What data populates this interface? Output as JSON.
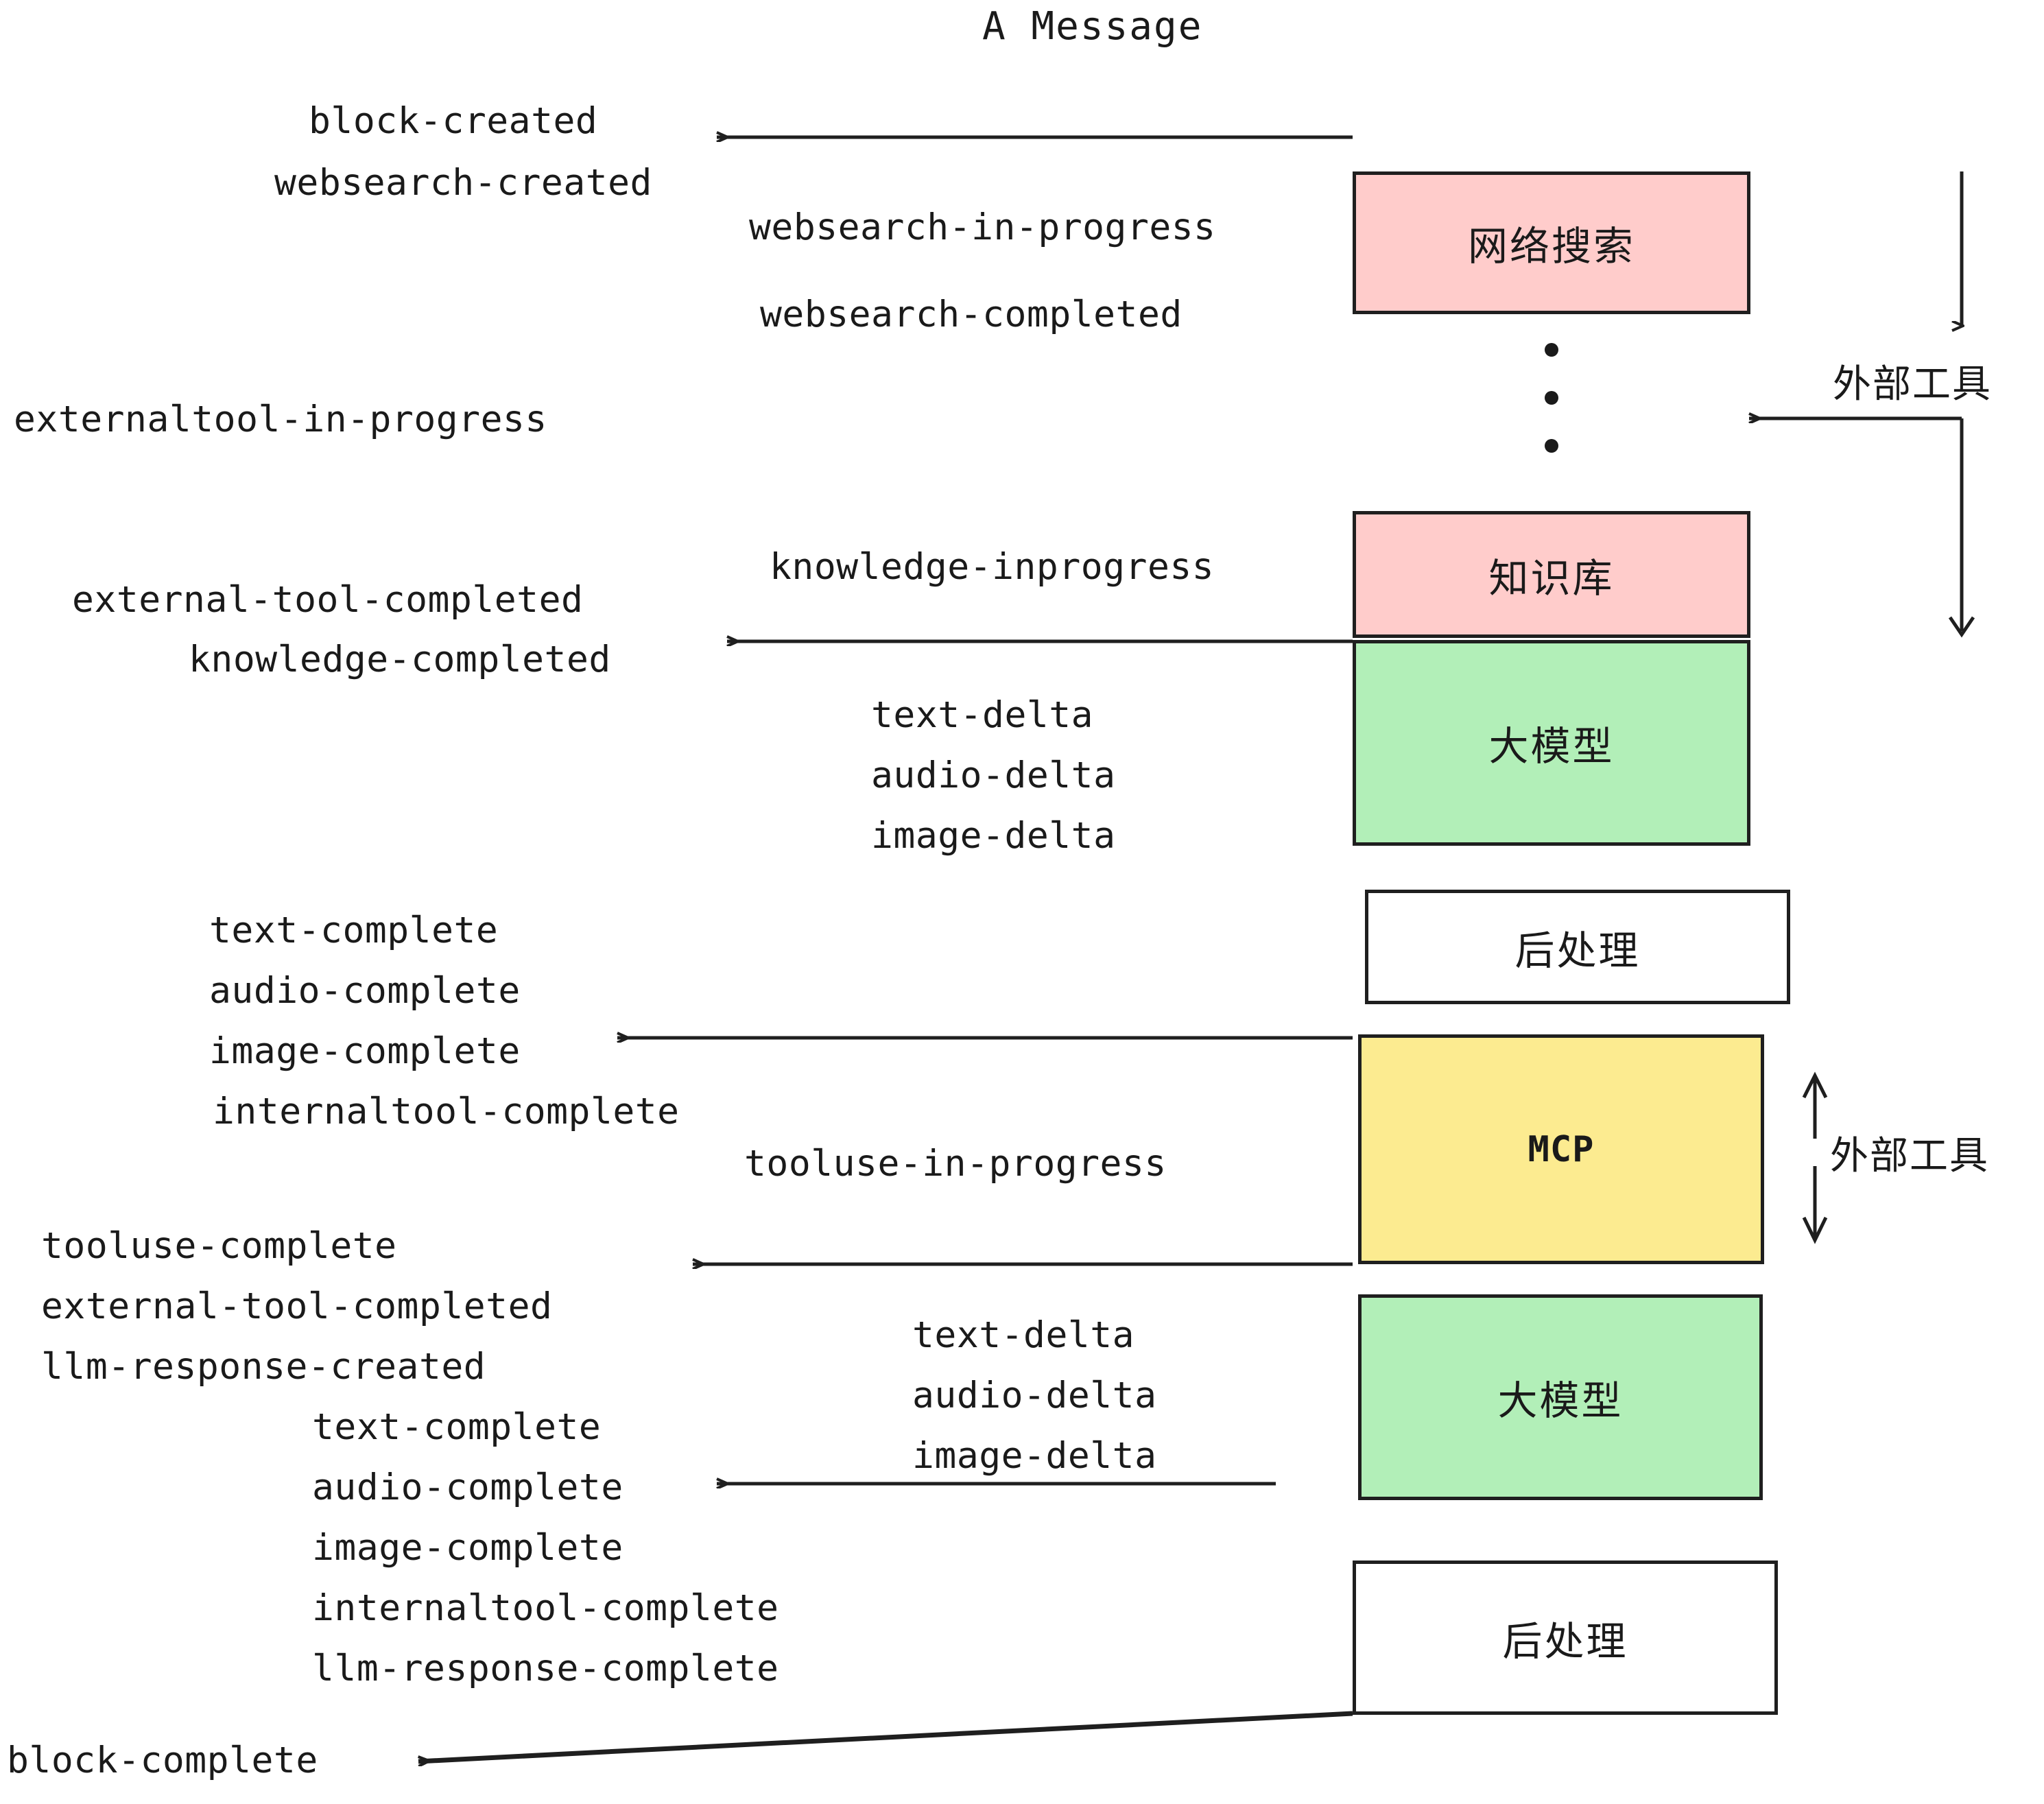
{
  "title": "A Message",
  "events": {
    "block_created": "block-created",
    "websearch_created": "websearch-created",
    "websearch_in_progress": "websearch-in-progress",
    "websearch_completed": "websearch-completed",
    "externaltool_in_progress": "externaltool-in-progress",
    "knowledge_inprogress": "knowledge-inprogress",
    "external_tool_completed_1": "external-tool-completed",
    "knowledge_completed": "knowledge-completed",
    "text_delta_1": "text-delta",
    "audio_delta_1": "audio-delta",
    "image_delta_1": "image-delta",
    "text_complete_1": "text-complete",
    "audio_complete_1": "audio-complete",
    "image_complete_1": "image-complete",
    "internaltool_complete_1": "internaltool-complete",
    "tooluse_in_progress": "tooluse-in-progress",
    "tooluse_complete": "tooluse-complete",
    "external_tool_completed_2": "external-tool-completed",
    "llm_response_created": "llm-response-created",
    "text_delta_2": "text-delta",
    "audio_delta_2": "audio-delta",
    "image_delta_2": "image-delta",
    "text_complete_2": "text-complete",
    "audio_complete_2": "audio-complete",
    "image_complete_2": "image-complete",
    "internaltool_complete_2": "internaltool-complete",
    "llm_response_complete": "llm-response-complete",
    "block_complete": "block-complete"
  },
  "boxes": {
    "websearch": "网络搜索",
    "knowledge": "知识库",
    "llm_1": "大模型",
    "postprocess_1": "后处理",
    "mcp": "MCP",
    "llm_2": "大模型",
    "postprocess_2": "后处理"
  },
  "groups": {
    "external_tools_top": "外部工具",
    "external_tools_bottom": "外部工具"
  },
  "colors": {
    "pink": "#ffcccb",
    "green": "#b2efb8",
    "yellow": "#fceb90",
    "white": "#ffffff",
    "stroke": "#1f1f1f",
    "text": "#1a1a1a",
    "background": "#ffffff"
  }
}
